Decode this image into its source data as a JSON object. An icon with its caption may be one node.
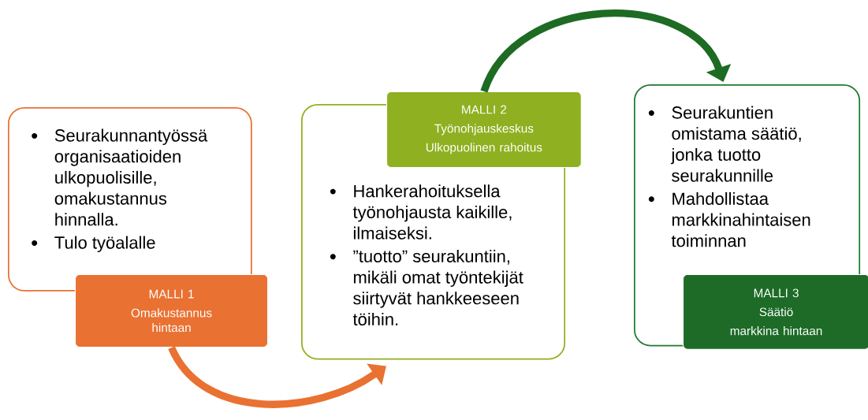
{
  "diagram": {
    "nodes": [
      {
        "text": [
          "Seurakunnantyössä organisaatioiden ulkopuolisille, omakustannus hinnalla.",
          "Tulo työalalle"
        ]
      },
      {
        "text": [
          "MALLI 1",
          "Omakustannus hintaan"
        ]
      },
      {
        "text": [
          "Hankerahoituksella työnohjausta kaikille, ilmaiseksi.",
          "”tuotto” seurakuntiin, mikäli omat työntekijät siirtyvät hankkeeseen töihin."
        ]
      },
      {
        "text": [
          "MALLI 2",
          "Työnohjauskeskus",
          "Ulkopuolinen rahoitus"
        ]
      },
      {
        "text": [
          "Seurakuntien omistama säätiö, jonka tuotto seurakunnille",
          "Mahdollistaa markkinahintaisen toiminnan"
        ]
      },
      {
        "text": [
          "MALLI 3",
          "Säätiö",
          "markkina hintaan"
        ]
      }
    ],
    "edges": [
      {
        "from": 1,
        "to": 2,
        "arrow": "to",
        "color": "#e97132"
      },
      {
        "from": 3,
        "to": 4,
        "arrow": "to",
        "color": "#1e6b24"
      }
    ]
  }
}
